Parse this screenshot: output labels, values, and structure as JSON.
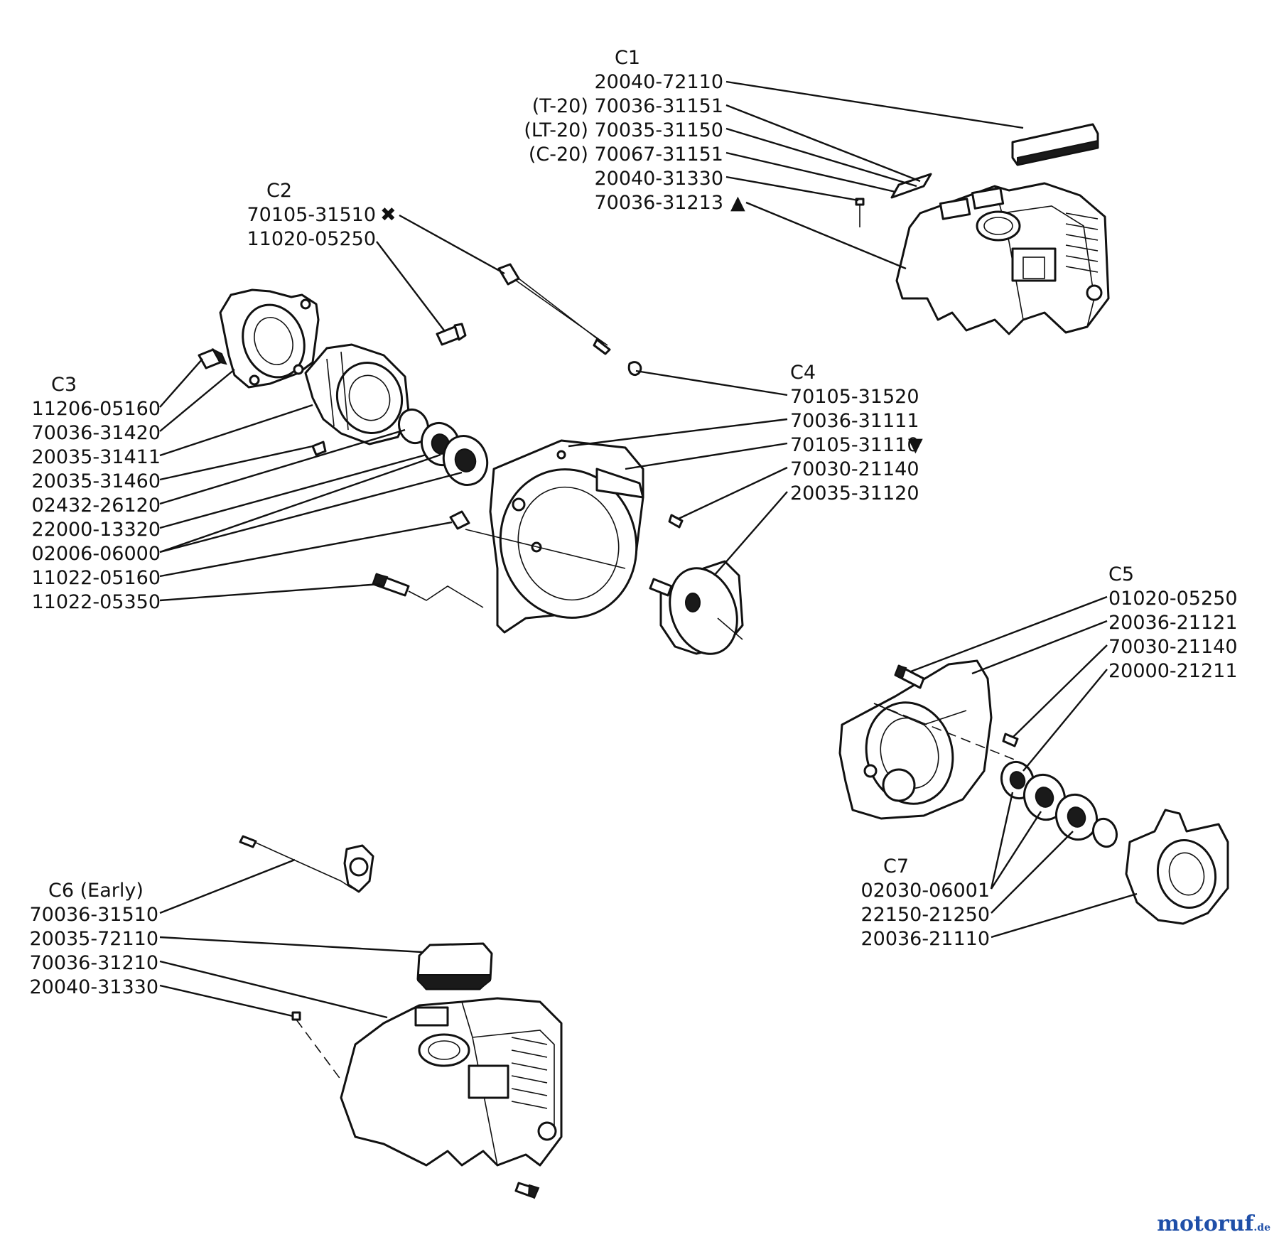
{
  "groups": {
    "c1": {
      "title": "C1",
      "parts": [
        "20040-72110",
        "(T-20) 70036-31151",
        "(LT-20) 70035-31150",
        "(C-20) 70067-31151",
        "20040-31330",
        "70036-31213"
      ]
    },
    "c2": {
      "title": "C2",
      "parts": [
        "70105-31510",
        "11020-05250"
      ]
    },
    "c3": {
      "title": "C3",
      "parts": [
        "11206-05160",
        "70036-31420",
        "20035-31411",
        "20035-31460",
        "02432-26120",
        "22000-13320",
        "02006-06000",
        "11022-05160",
        "11022-05350"
      ]
    },
    "c4": {
      "title": "C4",
      "parts": [
        "70105-31520",
        "70036-31111",
        "70105-31110",
        "70030-21140",
        "20035-31120"
      ]
    },
    "c5": {
      "title": "C5",
      "parts": [
        "01020-05250",
        "20036-21121",
        "70030-21140",
        "20000-21211"
      ]
    },
    "c6": {
      "title": "C6 (Early)",
      "parts": [
        "70036-31510",
        "20035-72110",
        "70036-31210",
        "20040-31330"
      ]
    },
    "c7": {
      "title": "C7",
      "parts": [
        "02030-06001",
        "22150-21250",
        "20036-21110"
      ]
    }
  },
  "markers": {
    "cross": "✖",
    "triangle_up": "▲",
    "triangle_down": "▼"
  },
  "logo": {
    "text": "motoruf",
    "suffix": ".de"
  }
}
